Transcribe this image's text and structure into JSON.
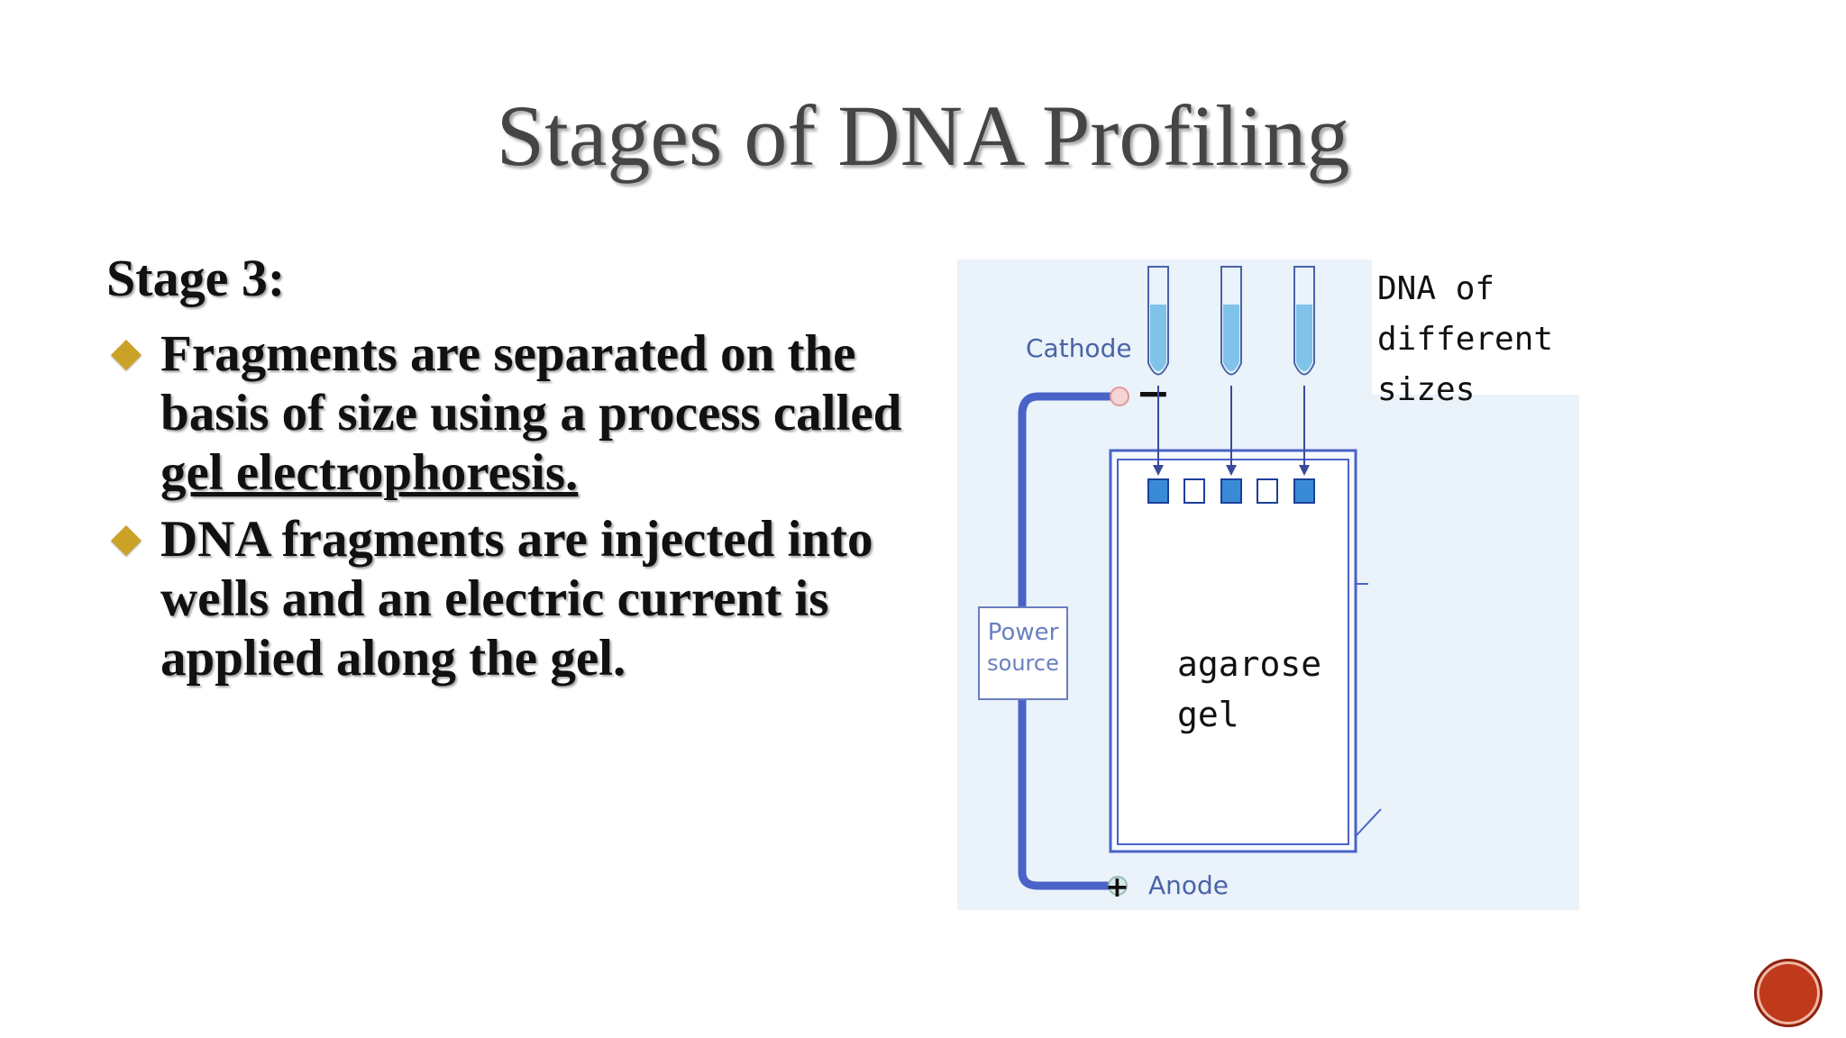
{
  "slide": {
    "title": "Stages of DNA Profiling",
    "stage_label": "Stage 3:",
    "bullets": [
      {
        "text_before": "Fragments are separated on the basis of size using a process called ",
        "underlined": "gel electrophoresis."
      },
      {
        "text": "DNA fragments are injected into wells and an electric current is applied along the gel."
      }
    ]
  },
  "figure": {
    "cathode_label": "Cathode",
    "minus_sign": "−",
    "power_source_line1": "Power",
    "power_source_line2": "source",
    "dna_label_line1": "DNA of",
    "dna_label_line2": "different",
    "dna_label_line3": "sizes",
    "gel_label_line1": "agarose",
    "gel_label_line2": "gel",
    "plus_sign": "+",
    "anode_label": "Anode"
  },
  "colors": {
    "title": "#454545",
    "bullet_diamond": "#c9a227",
    "nav_button": "#c0391b",
    "figure_bg": "#eaf2fa",
    "wire": "#4a63c8"
  }
}
